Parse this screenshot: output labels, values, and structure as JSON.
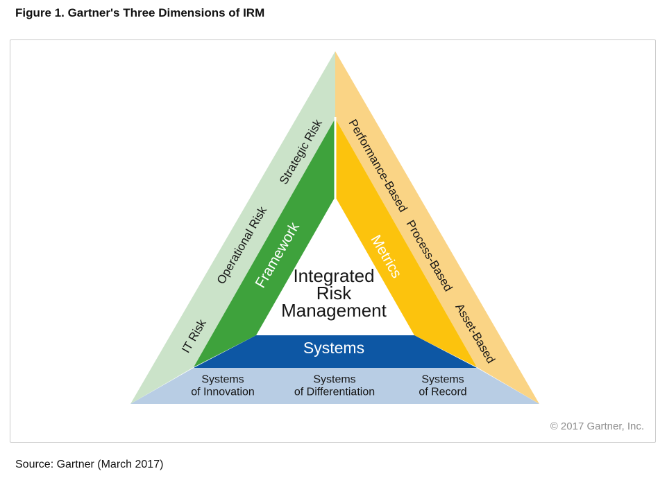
{
  "figure_title": "Figure 1. Gartner's Three Dimensions of IRM",
  "source_note": "Source: Gartner (March 2017)",
  "copyright_note": "© 2017 Gartner, Inc.",
  "diagram": {
    "center_label": {
      "line1": "Integrated",
      "line2": "Risk",
      "line3": "Management"
    },
    "framework_dimension": {
      "band_label": "Framework",
      "band_color": "#3ea23c",
      "outer_color": "#cbe3c9",
      "outer_items": [
        "IT Risk",
        "Operational Risk",
        "Strategic Risk"
      ]
    },
    "metrics_dimension": {
      "band_label": "Metrics",
      "band_color": "#fcc30d",
      "outer_color": "#fad485",
      "outer_items": [
        "Performance-Based",
        "Process-Based",
        "Asset-Based"
      ]
    },
    "systems_dimension": {
      "band_label": "Systems",
      "band_color": "#0d57a4",
      "outer_color": "#b8cde4",
      "outer_items": [
        {
          "line1": "Systems",
          "line2": "of Innovation"
        },
        {
          "line1": "Systems",
          "line2": "of Differentiation"
        },
        {
          "line1": "Systems",
          "line2": "of Record"
        }
      ]
    }
  }
}
